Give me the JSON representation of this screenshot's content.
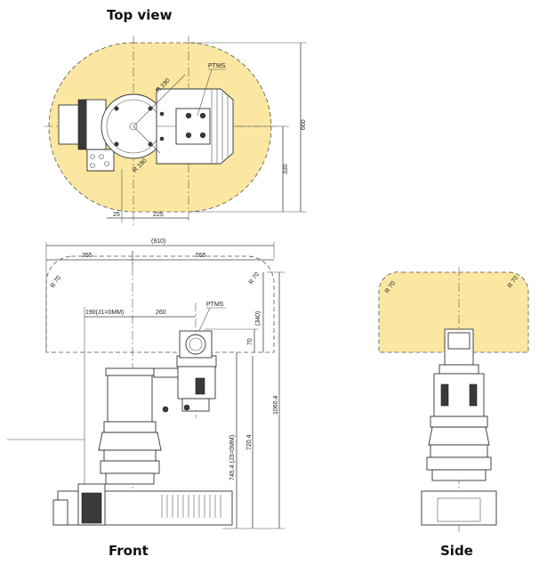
{
  "titles": {
    "top": "Top view",
    "front": "Front",
    "side": "Side"
  },
  "top_view": {
    "labels": {
      "ptms": "PTMS",
      "r_upper": "R 190",
      "r_lower": "R 190"
    },
    "dims": {
      "overall_height": "660",
      "half_height": "330",
      "offset_a": "25",
      "offset_b": "225"
    }
  },
  "front_view": {
    "labels": {
      "ptms": "PTMS"
    },
    "dims": {
      "total_width": "(910)",
      "left_width": "355",
      "right_width": "555",
      "r_left": "R 70",
      "r_right": "R 70",
      "j1_offset": "190(J1=0MM)",
      "arm_offset": "260",
      "vertical_gap": "(340)",
      "flange": "70",
      "j3_height": "745.4 (J3=0MM)",
      "base_height": "720.4",
      "total_height": "1060.4"
    }
  },
  "side_view": {
    "dims": {
      "r_left": "R 70",
      "r_right": "R 70"
    }
  },
  "colors": {
    "workspace_fill": "#fbe7a1",
    "line": "#333333",
    "background": "#ffffff"
  }
}
